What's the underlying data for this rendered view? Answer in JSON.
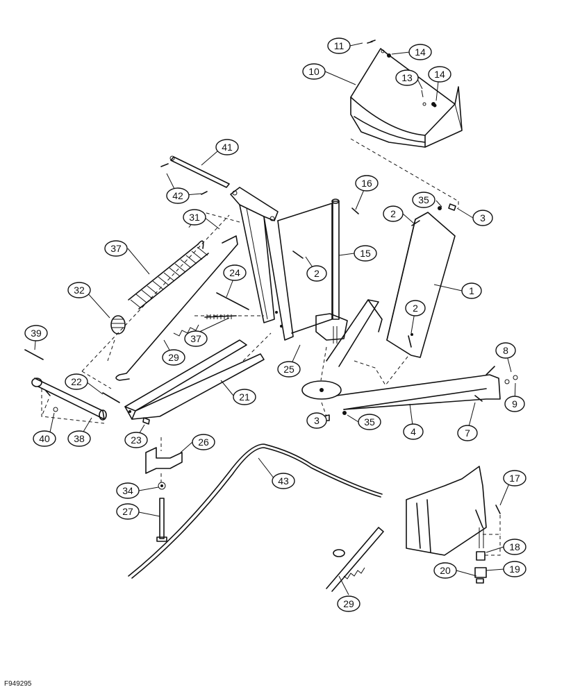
{
  "figure_code": "F949295",
  "callouts": [
    "11",
    "14",
    "10",
    "13",
    "14",
    "41",
    "16",
    "42",
    "35",
    "2",
    "3",
    "31",
    "2",
    "15",
    "37",
    "2",
    "1",
    "24",
    "32",
    "39",
    "37",
    "29",
    "25",
    "8",
    "22",
    "21",
    "9",
    "3",
    "35",
    "4",
    "7",
    "40",
    "38",
    "23",
    "26",
    "43",
    "34",
    "17",
    "27",
    "18",
    "20",
    "19",
    "29"
  ]
}
